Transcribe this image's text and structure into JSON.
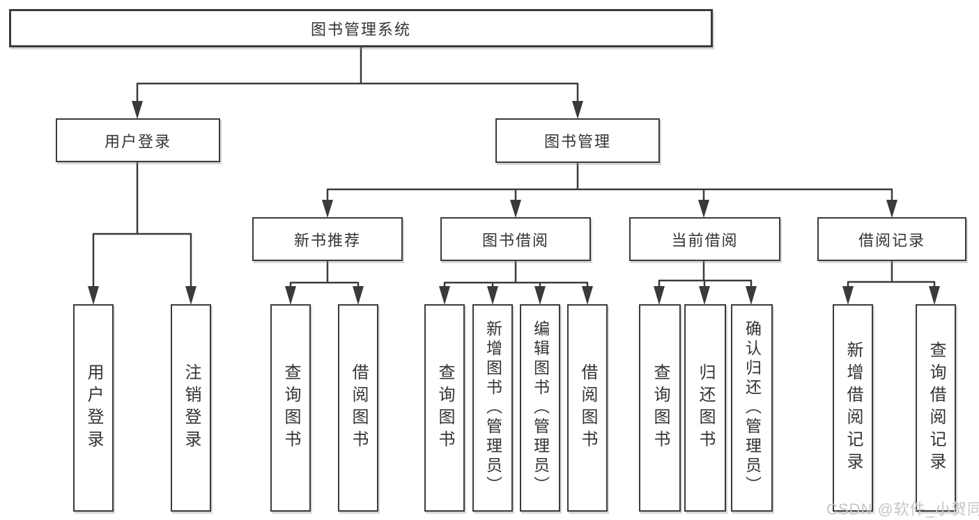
{
  "diagram": {
    "root": "图书管理系统",
    "level2": {
      "user_login": "用户登录",
      "book_mgmt": "图书管理"
    },
    "level3": {
      "new_book": "新书推荐",
      "book_borrow": "图书借阅",
      "current_borrow": "当前借阅",
      "borrow_records": "借阅记录"
    },
    "leaves": {
      "user_login": [
        "用户登录",
        "注销登录"
      ],
      "new_book": [
        "查询图书",
        "借阅图书"
      ],
      "book_borrow": [
        "查询图书",
        "新增图书（管理员）",
        "编辑图书（管理员）",
        "借阅图书"
      ],
      "current_borrow": [
        "查询图书",
        "归还图书",
        "确认归还（管理员）"
      ],
      "borrow_records": [
        "新增借阅记录",
        "查询借阅记录"
      ]
    }
  },
  "watermark": "CSDN @软件_小贺同学",
  "colors": {
    "line": "#3a3a3a",
    "text": "#333333",
    "background": "#ffffff",
    "watermark": "#c3c6c9"
  }
}
